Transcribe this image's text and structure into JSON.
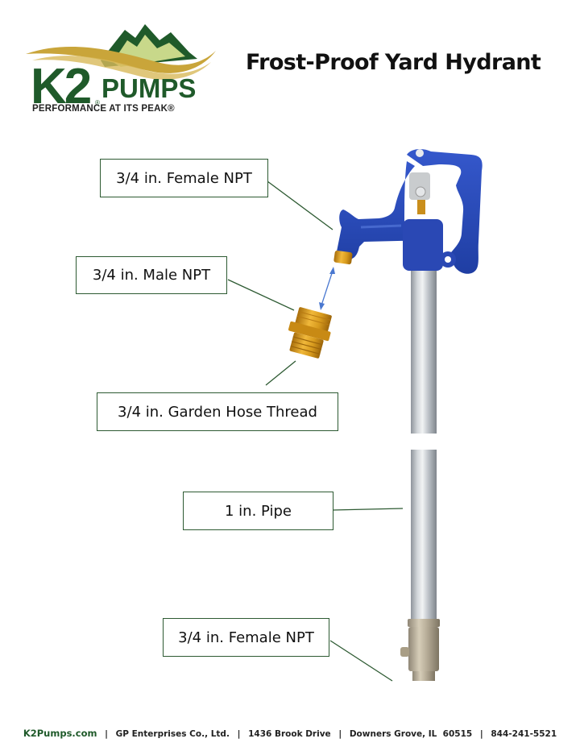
{
  "brand": {
    "logo_mark": "K2",
    "logo_name": "PUMPS",
    "registered_mark": "®",
    "tagline": "PERFORMANCE AT ITS PEAK®",
    "colors": {
      "green": "#1f5a2a",
      "gold": "#c9a53a",
      "light_green": "#c8d88a"
    }
  },
  "title": "Frost-Proof Yard Hydrant",
  "callouts": [
    {
      "id": "head-outlet",
      "label": "3/4 in. Female NPT"
    },
    {
      "id": "adapter-male",
      "label": "3/4 in. Male NPT"
    },
    {
      "id": "adapter-hose",
      "label": "3/4 in. Garden Hose Thread"
    },
    {
      "id": "pipe",
      "label": "1 in. Pipe"
    },
    {
      "id": "bottom-inlet",
      "label": "3/4 in. Female NPT"
    }
  ],
  "parts": {
    "head_color": "#2747b5",
    "pipe_color": "#b9bec4",
    "brass_color": "#d79a1d",
    "valve_body_color": "#b7ad98",
    "leader_line_color": "#2d5a32",
    "arrow_color": "#4a78d0"
  },
  "footer": {
    "website": "K2Pumps.com",
    "company": "GP Enterprises Co., Ltd.",
    "street": "1436 Brook Drive",
    "city": "Downers Grove, IL  60515",
    "phone": "844-241-5521",
    "separator": "|"
  }
}
